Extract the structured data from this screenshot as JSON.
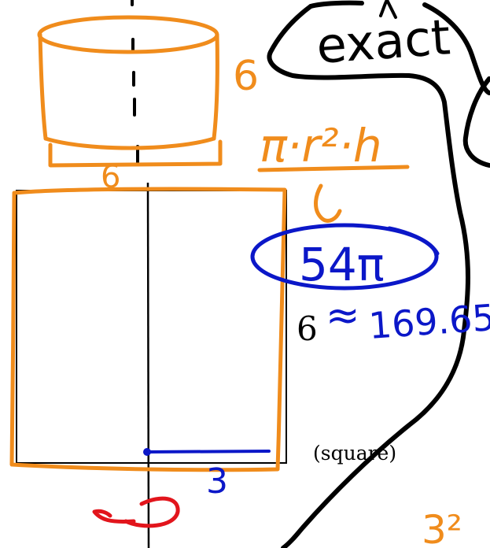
{
  "colors": {
    "orange": "#f08c1c",
    "black": "#000000",
    "blue": "#0b17c8",
    "red": "#e2151c",
    "background": "#ffffff"
  },
  "labels": {
    "exact": "exact",
    "cylinder_height": "6",
    "cylinder_diameter": "6",
    "formula": "π·r²·h",
    "result_exact": "54π",
    "approx_symbol": "≈",
    "result_approx": "169.65",
    "square_side": "6",
    "square_caption": "(square)",
    "radius": "3",
    "partial_expression": "3²"
  }
}
